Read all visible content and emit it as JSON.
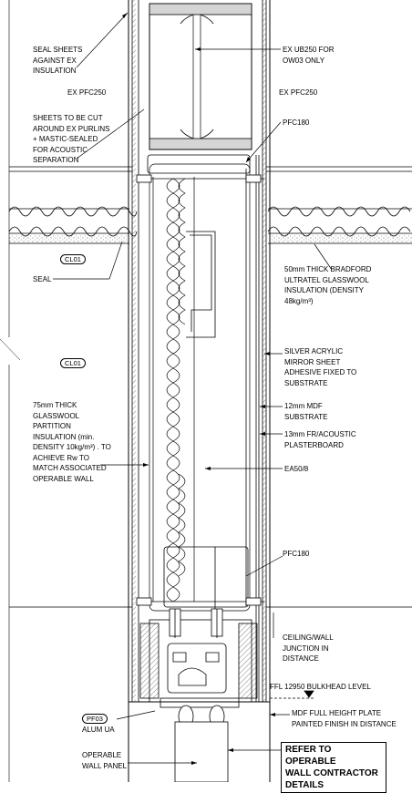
{
  "labels": {
    "seal_sheets": "SEAL SHEETS\nAGAINST EX\nINSULATION",
    "ex_ub250": "EX UB250 FOR\nOW03 ONLY",
    "ex_pfc250_left": "EX PFC250",
    "ex_pfc250_right": "EX PFC250",
    "sheets_cut": "SHEETS TO BE CUT\nAROUND EX PURLINS\n+ MASTIC-SEALED\nFOR ACOUSTIC\nSEPARATION",
    "pfc180_top": "PFC180",
    "seal": "SEAL",
    "bradford": "50mm THICK BRADFORD\nULTRATEL GLASSWOOL\nINSULATION (DENSITY\n48kg/m³)",
    "silver_mirror": "SILVER ACRYLIC\nMIRROR SHEET\nADHESIVE FIXED TO\nSUBSTRATE",
    "glasswool_75": "75mm THICK\nGLASSWOOL\nPARTITION\nINSULATION (min.\nDENSITY 10kg/m³) . TO\nACHIEVE Rw TO\nMATCH ASSOCIATED\nOPERABLE WALL",
    "mdf_12": "12mm MDF\nSUBSTRATE",
    "plasterboard": "13mm FR/ACOUSTIC\nPLASTERBOARD",
    "ea50": "EA50/8",
    "pfc180_bottom": "PFC180",
    "ceiling_junction": "CEILING/WALL\nJUNCTION IN\nDISTANCE",
    "ffl": "FFL 12950 BULKHEAD LEVEL",
    "mdf_plate": "MDF FULL HEIGHT PLATE\nPAINTED FINISH IN DISTANCE",
    "alum_ua": "ALUM UA",
    "operable_panel": "OPERABLE\nWALL PANEL",
    "refer": "REFER TO OPERABLE\nWALL CONTRACTOR\nDETAILS"
  },
  "tags": {
    "cl01_top": "CL01",
    "cl01_mid": "CL01",
    "pf03": "PF03"
  }
}
